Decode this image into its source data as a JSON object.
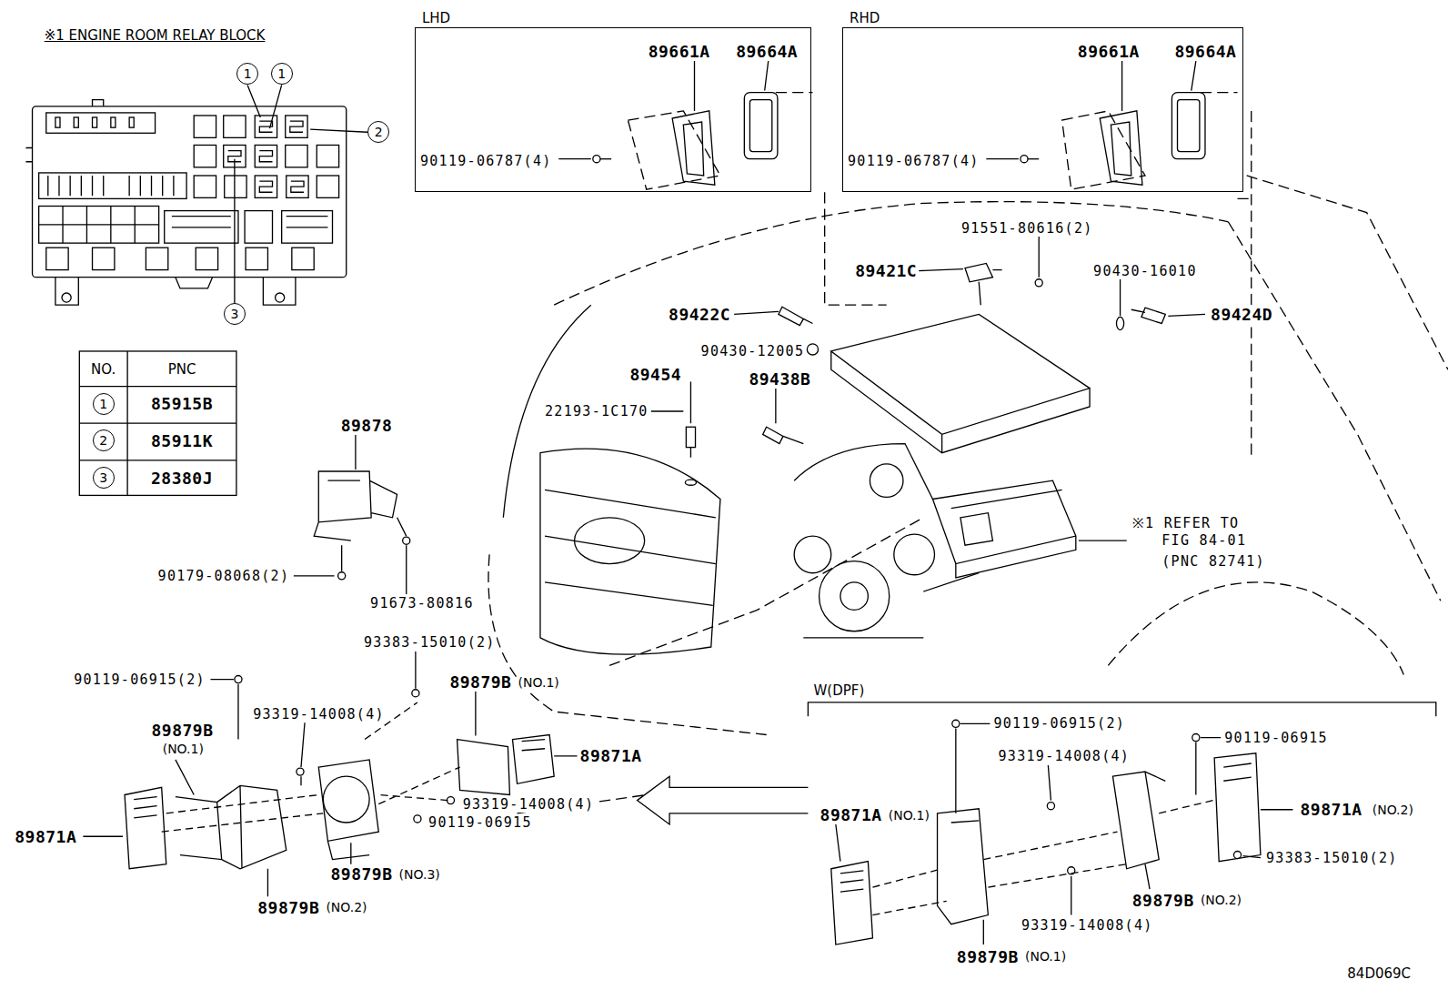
{
  "diagram": {
    "nodes": [
      {
        "text": [
          "LHD",
          "89661A",
          "89664A",
          "90119-06787(4)"
        ]
      },
      {
        "text": [
          "RHD",
          "89661A",
          "89664A",
          "90119-06787(4)"
        ]
      },
      {
        "text": [
          "1"
        ]
      },
      {
        "text": [
          "1"
        ]
      },
      {
        "text": [
          "2"
        ]
      },
      {
        "text": [
          "3"
        ]
      },
      {
        "text": [
          "1"
        ]
      },
      {
        "text": [
          "2"
        ]
      },
      {
        "text": [
          "3"
        ]
      }
    ],
    "labels": [
      "※1 ENGINE ROOM RELAY BLOCK",
      "NO.",
      "PNC",
      "85915B",
      "85911K",
      "28380J",
      "91551-80616(2)",
      "89421C",
      "90430-16010",
      "89422C",
      "89424D",
      "90430-12005",
      "89454",
      "22193-1C170",
      "89438B",
      "89878",
      "※1 REFER TO",
      "FIG 84-01",
      "(PNC 82741)",
      "90179-08068(2)",
      "91673-80816",
      "93383-15010(2)",
      "90119-06915(2)",
      "89879B",
      "(NO.1)",
      "93319-14008(4)",
      "89879B",
      "(NO.1)",
      "89871A",
      "W(DPF)",
      "90119-06915(2)",
      "90119-06915",
      "93319-14008(4)",
      "93319-14008(4)",
      "90119-06915",
      "89871A",
      "89871A",
      "(NO.1)",
      "89871A",
      "(NO.2)",
      "93383-15010(2)",
      "89879B",
      "(NO.3)",
      "89879B",
      "(NO.2)",
      "93319-14008(4)",
      "89879B",
      "(NO.2)",
      "89879B",
      "(NO.1)",
      "84D069C"
    ]
  }
}
